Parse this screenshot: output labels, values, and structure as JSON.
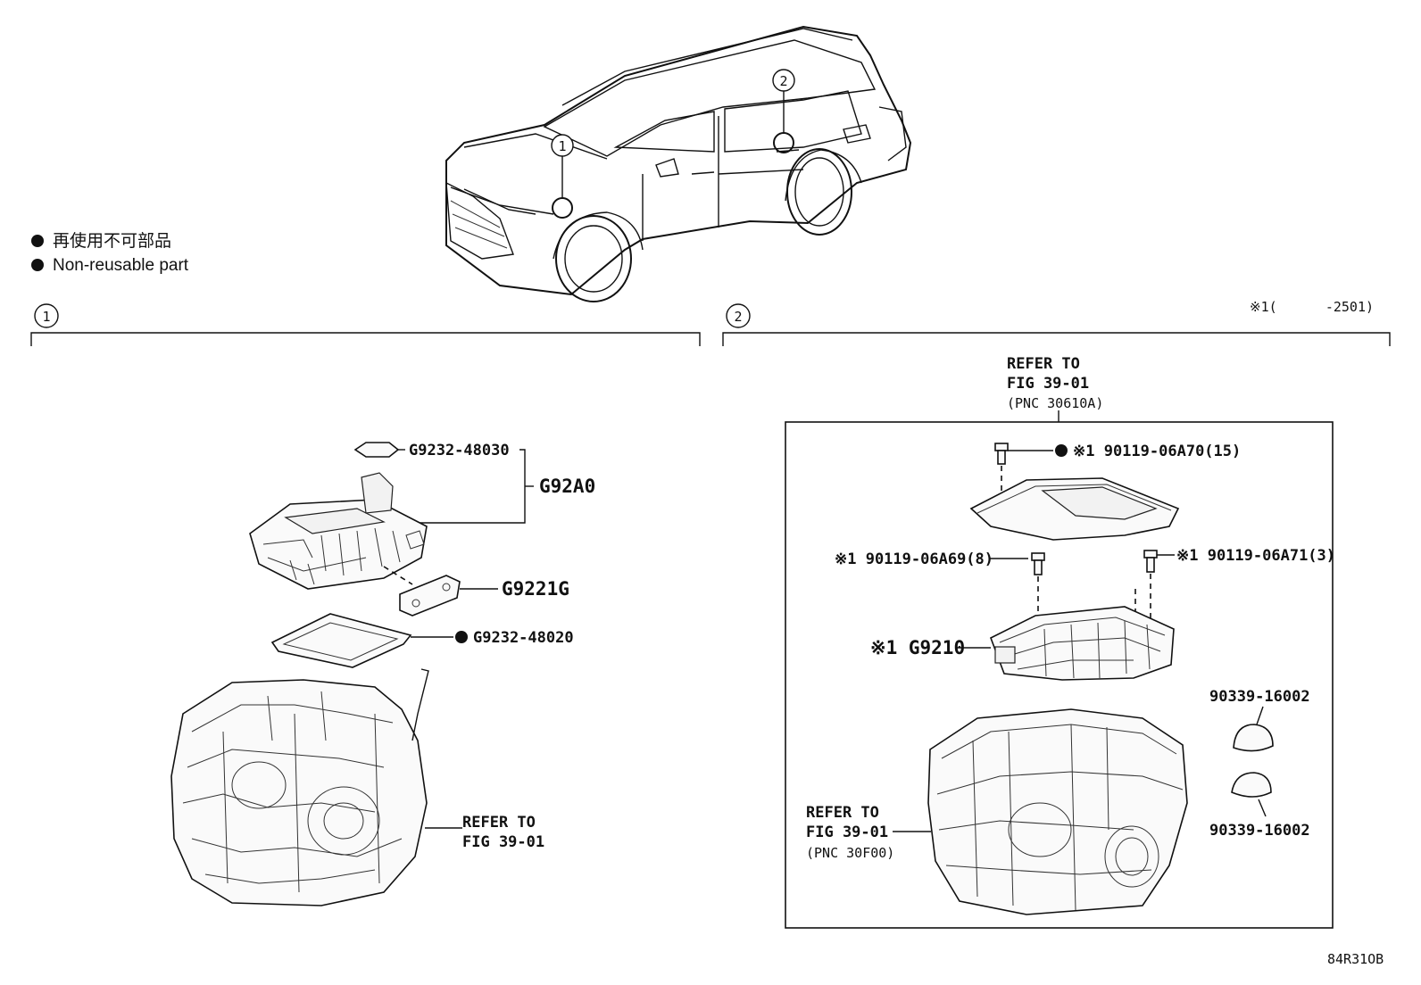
{
  "legend": {
    "jp": "再使用不可部品",
    "en": "Non-reusable part"
  },
  "vehicle": {
    "marker_1": "1",
    "marker_2": "2"
  },
  "section_1": {
    "number": "1",
    "labels": {
      "gasket_top": "G9232-48030",
      "assy": "G92A0",
      "plate": "G9221G",
      "gasket_bottom": "G9232-48020",
      "refer_line1": "REFER TO",
      "refer_line2": "FIG 39-01"
    }
  },
  "section_2": {
    "number": "2",
    "note": "※1(      -2501)",
    "refer_top": [
      "REFER TO",
      "FIG 39-01",
      "(PNC 30610A)"
    ],
    "labels": {
      "bolt_15": "※1 90119-06A70(15)",
      "bolt_8": "※1 90119-06A69(8)",
      "bolt_3": "※1 90119-06A71(3)",
      "module": "※1 G9210",
      "plug_top": "90339-16002",
      "plug_bottom": "90339-16002"
    },
    "refer_bottom": [
      "REFER TO",
      "FIG 39-01",
      "(PNC 30F00)"
    ]
  },
  "figure_code": "84R31OB"
}
